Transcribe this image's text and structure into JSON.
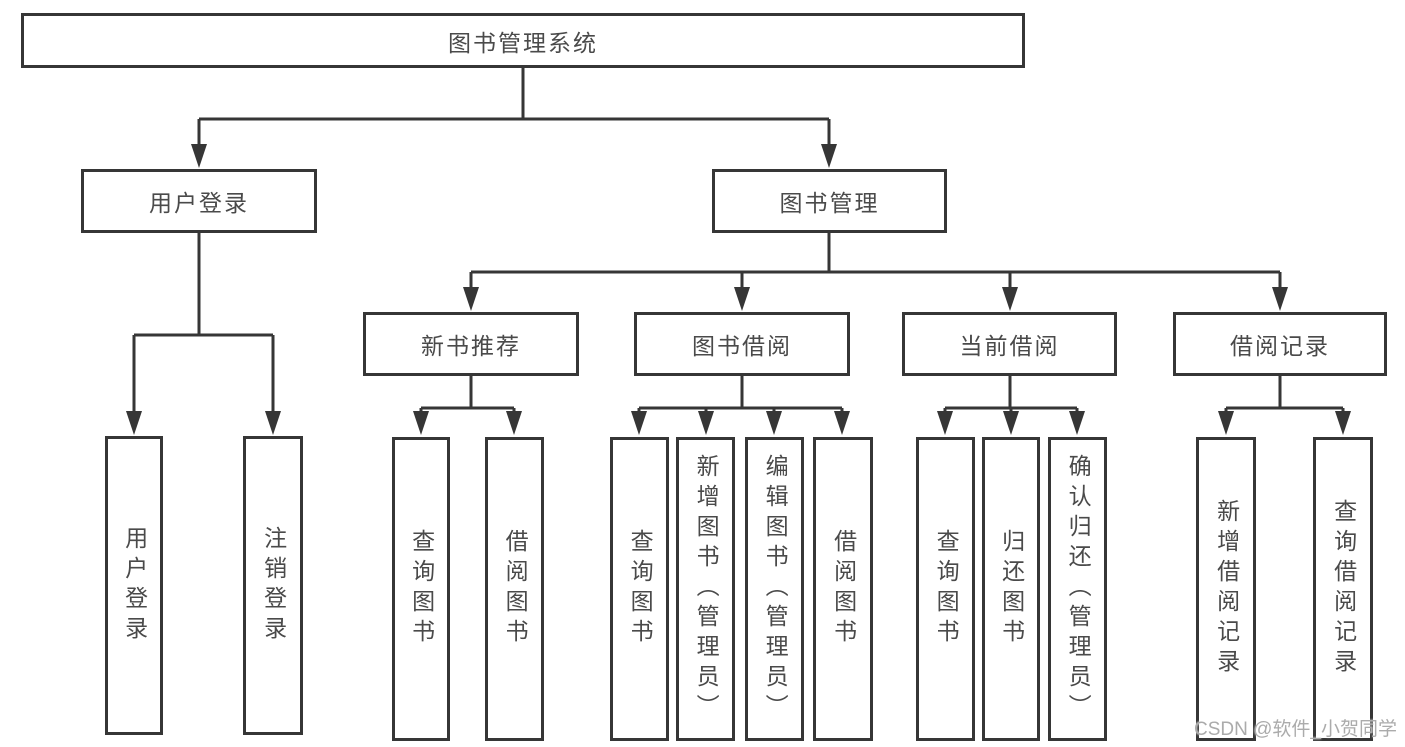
{
  "nodes": {
    "root": "图书管理系统",
    "user_login": "用户登录",
    "book_mgmt": "图书管理",
    "new_book_rec": "新书推荐",
    "book_borrow": "图书借阅",
    "current_borrow": "当前借阅",
    "borrow_records": "借阅记录",
    "leaf_user_login": "用户登录",
    "leaf_logout": "注销登录",
    "leaf_query_book_1": "查询图书",
    "leaf_borrow_book_1": "借阅图书",
    "leaf_query_book_2": "查询图书",
    "leaf_add_book": "新增图书（管理员）",
    "leaf_edit_book": "编辑图书（管理员）",
    "leaf_borrow_book_2": "借阅图书",
    "leaf_query_book_3": "查询图书",
    "leaf_return_book": "归还图书",
    "leaf_confirm_return": "确认归还（管理员）",
    "leaf_add_record": "新增借阅记录",
    "leaf_query_record": "查询借阅记录"
  },
  "watermark": "CSDN @软件_小贺同学",
  "colors": {
    "line": "#363636",
    "text": "#4a4a4a",
    "watermark": "#ababab",
    "background": "#ffffff"
  }
}
